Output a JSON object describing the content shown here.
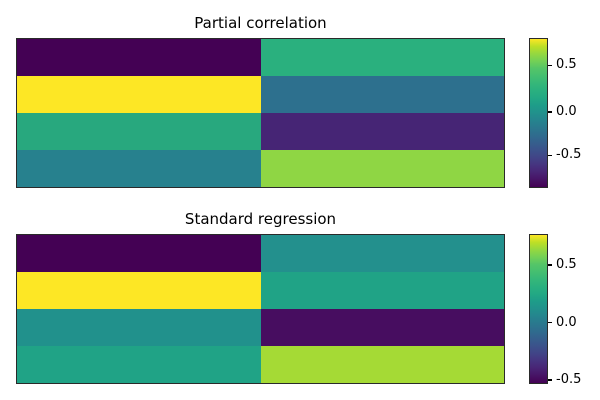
{
  "figure": {
    "background": "#ffffff",
    "spine_color": "#2a2a2a",
    "text_color": "#000000",
    "colormap": "viridis"
  },
  "subplots": [
    {
      "title": "Partial correlation",
      "cells": [
        [
          "#440154",
          "#2ab07e"
        ],
        [
          "#fde725",
          "#2d708e"
        ],
        [
          "#28a87e",
          "#462575"
        ],
        [
          "#27818e",
          "#8fd644"
        ]
      ],
      "colorbar": {
        "ticks": [
          {
            "label": "0.5",
            "frac": 0.183
          },
          {
            "label": "0.0",
            "frac": 0.493
          },
          {
            "label": "-0.5",
            "frac": 0.783
          }
        ]
      }
    },
    {
      "title": "Standard regression",
      "cells": [
        [
          "#440154",
          "#23908d"
        ],
        [
          "#fde725",
          "#20a386"
        ],
        [
          "#21918c",
          "#470d60"
        ],
        [
          "#20a386",
          "#a5da35"
        ]
      ],
      "colorbar": {
        "ticks": [
          {
            "label": "0.5",
            "frac": 0.207
          },
          {
            "label": "0.0",
            "frac": 0.59
          },
          {
            "label": "-0.5",
            "frac": 0.973
          }
        ]
      }
    }
  ],
  "chart_data": [
    {
      "type": "heatmap",
      "title": "Partial correlation",
      "rows": 4,
      "cols": 2,
      "values": [
        [
          -0.86,
          0.23
        ],
        [
          0.81,
          -0.24
        ],
        [
          0.18,
          -0.69
        ],
        [
          -0.14,
          0.63
        ]
      ],
      "values_estimated_from_colorbar": true,
      "colormap": "viridis",
      "vmin": -0.86,
      "vmax": 0.81,
      "colorbar_ticks": [
        0.5,
        0.0,
        -0.5
      ],
      "axis_ticks": "none",
      "legend": "none"
    },
    {
      "type": "heatmap",
      "title": "Standard regression",
      "rows": 4,
      "cols": 2,
      "values": [
        [
          -0.52,
          0.12
        ],
        [
          0.76,
          0.22
        ],
        [
          0.12,
          -0.46
        ],
        [
          0.22,
          0.66
        ]
      ],
      "values_estimated_from_colorbar": true,
      "colormap": "viridis",
      "vmin": -0.52,
      "vmax": 0.76,
      "colorbar_ticks": [
        0.5,
        0.0,
        -0.5
      ],
      "axis_ticks": "none",
      "legend": "none"
    }
  ]
}
